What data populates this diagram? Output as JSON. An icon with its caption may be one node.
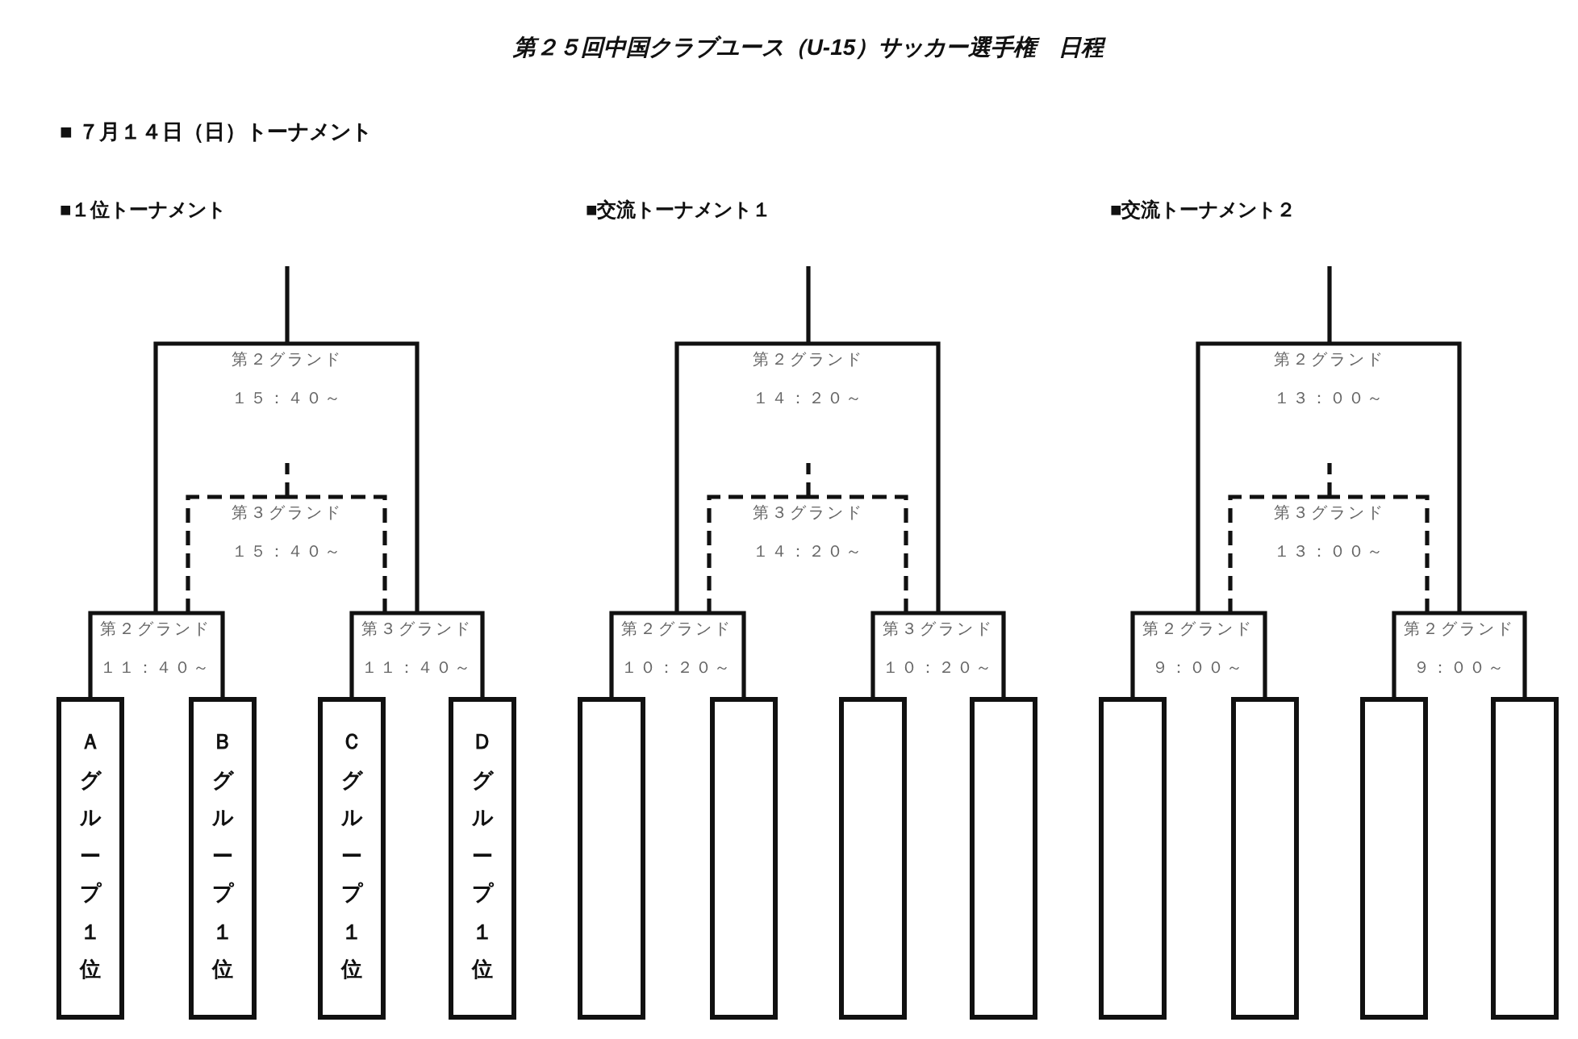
{
  "diagram": {
    "title": "第２５回中国クラブユース（U-15）サッカー選手権　日程",
    "nodes": [
      {
        "text": [
          "第２グランド",
          "１５：４０～"
        ]
      },
      {
        "text": [
          "第３グランド",
          "１５：４０～"
        ]
      },
      {
        "text": [
          "第２グランド",
          "１１：４０～"
        ]
      },
      {
        "text": [
          "第３グランド",
          "１１：４０～"
        ]
      },
      {
        "text": [
          "Ａグループ１位"
        ]
      },
      {
        "text": [
          "Ｂグループ１位"
        ]
      },
      {
        "text": [
          "Ｃグループ１位"
        ]
      },
      {
        "text": [
          "Ｄグループ１位"
        ]
      },
      {
        "text": [
          "第２グランド",
          "１４：２０～"
        ]
      },
      {
        "text": [
          "第３グランド",
          "１４：２０～"
        ]
      },
      {
        "text": [
          "第２グランド",
          "１０：２０～"
        ]
      },
      {
        "text": [
          "第３グランド",
          "１０：２０～"
        ]
      },
      {
        "text": [],
        "shape": "box"
      },
      {
        "text": [],
        "shape": "box"
      },
      {
        "text": [],
        "shape": "box"
      },
      {
        "text": [],
        "shape": "box"
      },
      {
        "text": [
          "第２グランド",
          "１３：００～"
        ]
      },
      {
        "text": [
          "第３グランド",
          "１３：００～"
        ]
      },
      {
        "text": [
          "第２グランド",
          "９：００～"
        ]
      },
      {
        "text": [
          "第２グランド",
          "９：００～"
        ]
      },
      {
        "text": [],
        "shape": "box"
      },
      {
        "text": [],
        "shape": "box"
      },
      {
        "text": [],
        "shape": "box"
      },
      {
        "text": [],
        "shape": "box"
      }
    ],
    "edges": [
      {
        "from": 4,
        "to": 2,
        "arrow": "none"
      },
      {
        "from": 5,
        "to": 2,
        "arrow": "none"
      },
      {
        "from": 6,
        "to": 3,
        "arrow": "none"
      },
      {
        "from": 7,
        "to": 3,
        "arrow": "none"
      },
      {
        "from": 2,
        "to": 0,
        "arrow": "none"
      },
      {
        "from": 3,
        "to": 0,
        "arrow": "none"
      },
      {
        "from": 2,
        "to": 1,
        "arrow": "none",
        "style": "dashed"
      },
      {
        "from": 3,
        "to": 1,
        "arrow": "none",
        "style": "dashed"
      },
      {
        "from": 0,
        "to": null,
        "arrow": "none"
      },
      {
        "from": 1,
        "to": null,
        "arrow": "none",
        "style": "dashed"
      },
      {
        "from": 12,
        "to": 10,
        "arrow": "none"
      },
      {
        "from": 13,
        "to": 10,
        "arrow": "none"
      },
      {
        "from": 14,
        "to": 11,
        "arrow": "none"
      },
      {
        "from": 15,
        "to": 11,
        "arrow": "none"
      },
      {
        "from": 10,
        "to": 8,
        "arrow": "none"
      },
      {
        "from": 11,
        "to": 8,
        "arrow": "none"
      },
      {
        "from": 10,
        "to": 9,
        "arrow": "none",
        "style": "dashed"
      },
      {
        "from": 11,
        "to": 9,
        "arrow": "none",
        "style": "dashed"
      },
      {
        "from": 8,
        "to": null,
        "arrow": "none"
      },
      {
        "from": 9,
        "to": null,
        "arrow": "none",
        "style": "dashed"
      },
      {
        "from": 20,
        "to": 18,
        "arrow": "none"
      },
      {
        "from": 21,
        "to": 18,
        "arrow": "none"
      },
      {
        "from": 22,
        "to": 19,
        "arrow": "none"
      },
      {
        "from": 23,
        "to": 19,
        "arrow": "none"
      },
      {
        "from": 18,
        "to": 16,
        "arrow": "none"
      },
      {
        "from": 19,
        "to": 16,
        "arrow": "none"
      },
      {
        "from": 18,
        "to": 17,
        "arrow": "none",
        "style": "dashed"
      },
      {
        "from": 19,
        "to": 17,
        "arrow": "none",
        "style": "dashed"
      },
      {
        "from": 16,
        "to": null,
        "arrow": "none"
      },
      {
        "from": 17,
        "to": null,
        "arrow": "none",
        "style": "dashed"
      }
    ],
    "labels": [
      "■ ７月１４日（日）トーナメント",
      "■１位トーナメント",
      "■交流トーナメント１",
      "■交流トーナメント２"
    ]
  }
}
